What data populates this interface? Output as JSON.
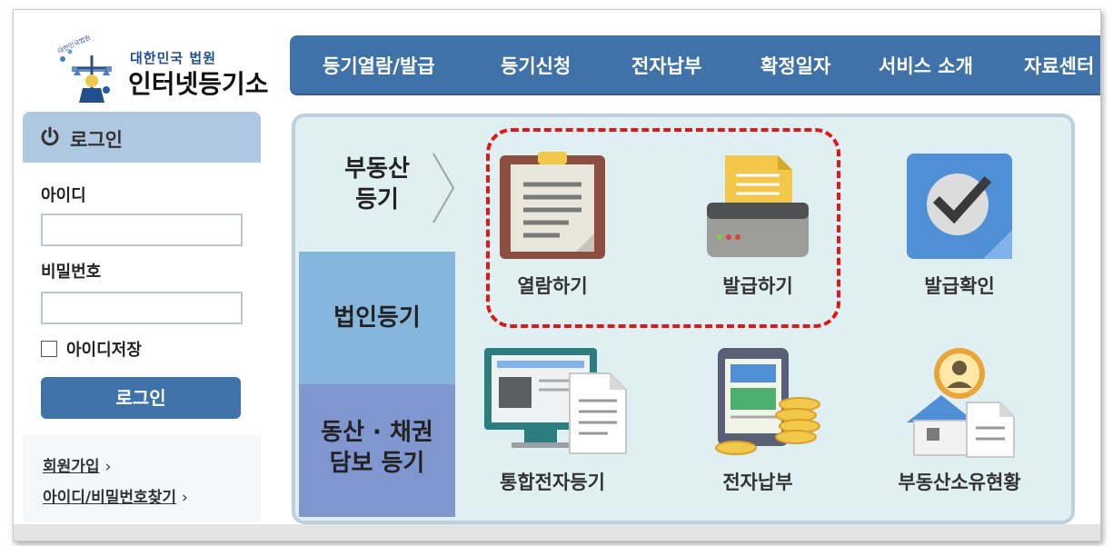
{
  "header": {
    "org_name": "대한민국 법원",
    "site_name": "인터넷등기소",
    "emblem_text": "대한민국법원"
  },
  "nav": {
    "items": [
      "등기열람/발급",
      "등기신청",
      "전자납부",
      "확정일자",
      "서비스 소개",
      "자료센터"
    ]
  },
  "login": {
    "title": "로그인",
    "id_label": "아이디",
    "id_value": "",
    "pw_label": "비밀번호",
    "pw_value": "",
    "remember_label": "아이디저장",
    "remember_checked": false,
    "button_label": "로그인",
    "links": [
      "회원가입",
      "아이디/비밀번호찾기"
    ],
    "link_arrow": "›"
  },
  "tabs": {
    "real_estate_line1": "부동산",
    "real_estate_line2": "등기",
    "corporate": "법인등기",
    "movable_line1": "동산 · 채권",
    "movable_line2": "담보 등기"
  },
  "services": {
    "view": "열람하기",
    "issue": "발급하기",
    "confirm": "발급확인",
    "integrated": "통합전자등기",
    "payment": "전자납부",
    "ownership": "부동산소유현황"
  },
  "icons": {
    "view": "clipboard-icon",
    "issue": "printer-icon",
    "confirm": "checkmark-icon",
    "integrated": "monitor-document-icon",
    "payment": "tablet-coins-icon",
    "ownership": "person-house-icon",
    "power": "power-icon",
    "chevron": "chevron-right-icon"
  },
  "colors": {
    "nav_blue": "#3f72a8",
    "highlight_red": "#e01818",
    "tab_corporate": "#86b6db",
    "tab_movable": "#7f96cf",
    "panel_bg": "#dfeff2"
  }
}
